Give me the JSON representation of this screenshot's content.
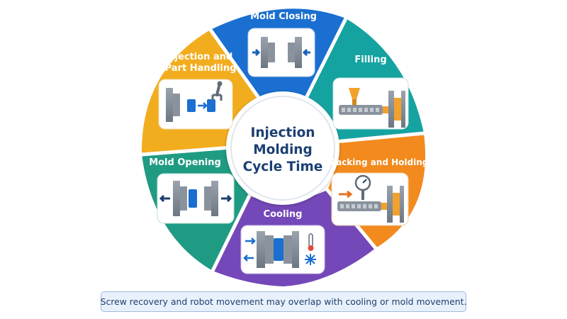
{
  "center": {
    "line1": "Injection",
    "line2": "Molding",
    "line3": "Cycle Time"
  },
  "stages": {
    "mold_closing": {
      "label": "Mold Closing",
      "color": "#1a6fd0"
    },
    "filling": {
      "label": "Filling",
      "color": "#15a3a1"
    },
    "packing_holding": {
      "label": "Packing and Holding",
      "color": "#f28a1e"
    },
    "cooling": {
      "label": "Cooling",
      "color": "#7448b8"
    },
    "mold_opening": {
      "label": "Mold Opening",
      "color": "#1f9b83"
    },
    "ejection": {
      "label_line1": "Ejection and",
      "label_line2": "Part Handling",
      "color": "#f2ad1f"
    }
  },
  "note": "Screw recovery and robot movement may overlap with cooling or mold movement."
}
